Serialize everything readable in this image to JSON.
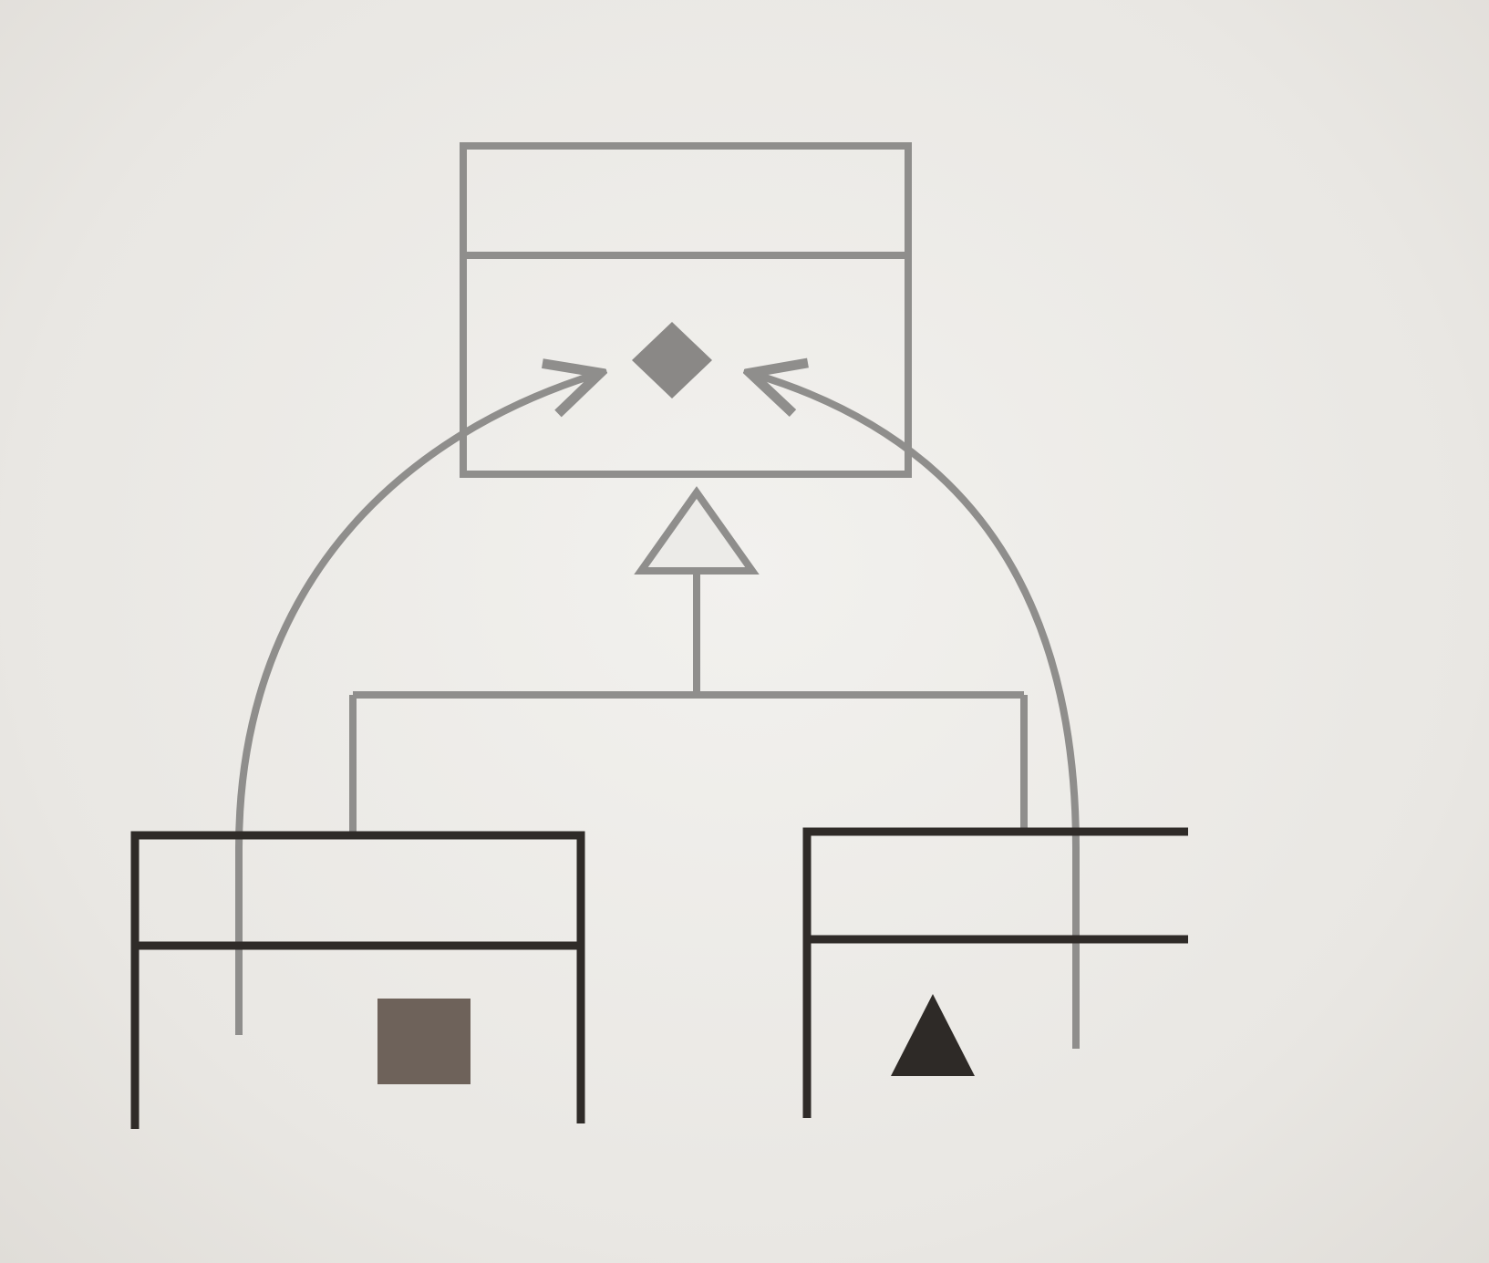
{
  "diagram": {
    "superclass": {
      "marker": "diamond-icon"
    },
    "subclasses": [
      {
        "marker": "square-icon"
      },
      {
        "marker": "triangle-icon"
      }
    ],
    "relations": [
      "inheritance",
      "dependency-arrow",
      "dependency-arrow"
    ],
    "colors": {
      "superclass": "#8f8e8c",
      "subclass": "#2f2b28",
      "square_fill": "#6e625a",
      "triangle_fill": "#2e2a27",
      "diamond_fill": "#8a8886"
    }
  }
}
